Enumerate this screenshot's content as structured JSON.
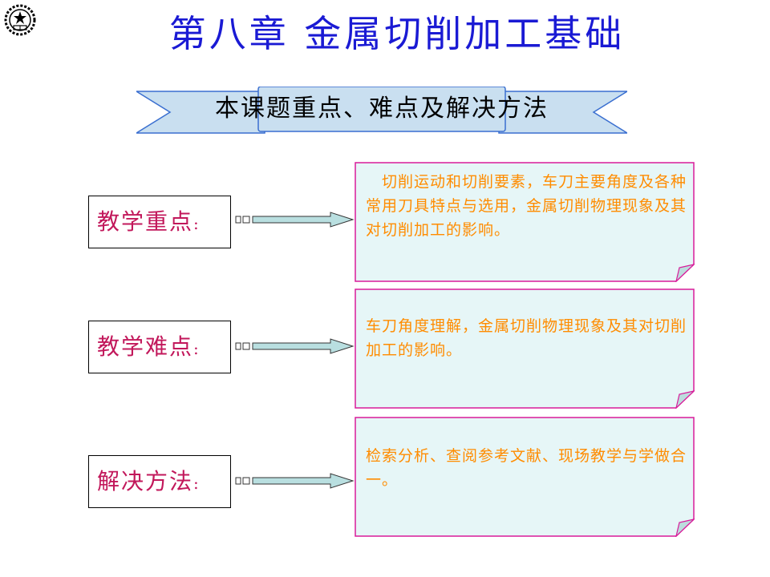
{
  "title": "第八章  金属切削加工基础",
  "banner": {
    "text": "本课题重点、难点及解决方法"
  },
  "rows": [
    {
      "label": "教学重点",
      "colon": ":",
      "content": "　切削运动和切削要素，车刀主要角度及各种常用刀具特点与选用，金属切削物理现象及其对切削加工的影响。"
    },
    {
      "label": "教学难点",
      "colon": ":",
      "content": "车刀角度理解，金属切削物理现象及其对切削加工的影响。"
    },
    {
      "label": "解决方法",
      "colon": ":",
      "content": "检索分析、查阅参考文献、现场教学与学做合一。"
    }
  ],
  "colors": {
    "title": "#1a1ad4",
    "label": "#c2185b",
    "content": "#ff8c00",
    "note_fill": "#e6f6f7",
    "note_border": "#d81b9a",
    "banner_fill": "#c9dff0",
    "banner_border": "#3a6fd0"
  },
  "icons": {
    "logo": "emblem-icon",
    "arrow": "right-arrow-icon"
  }
}
